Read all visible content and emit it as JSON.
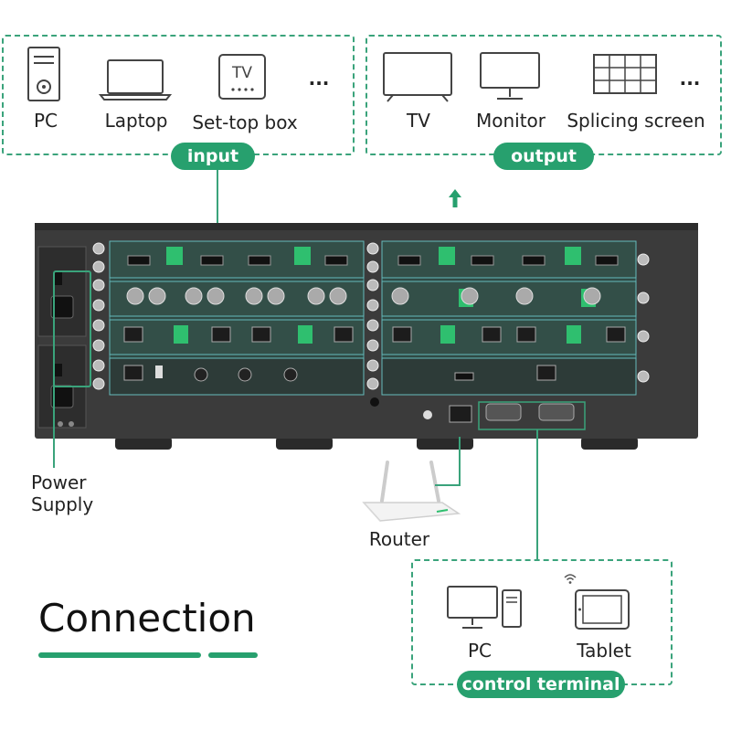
{
  "input": {
    "label": "input",
    "devices": [
      {
        "label": "PC",
        "icon": "pc-tower-icon"
      },
      {
        "label": "Laptop",
        "icon": "laptop-icon"
      },
      {
        "label": "Set-top box",
        "icon": "set-top-box-icon",
        "screen_text": "TV"
      }
    ],
    "more": "..."
  },
  "output": {
    "label": "output",
    "devices": [
      {
        "label": "TV",
        "icon": "tv-icon"
      },
      {
        "label": "Monitor",
        "icon": "monitor-icon"
      },
      {
        "label": "Splicing screen",
        "icon": "splicing-screen-icon"
      }
    ],
    "more": "..."
  },
  "power": {
    "line1": "Power",
    "line2": "Supply"
  },
  "router": {
    "label": "Router"
  },
  "control": {
    "label": "control terminal",
    "devices": [
      {
        "label": "PC",
        "icon": "desktop-pc-icon"
      },
      {
        "label": "Tablet",
        "icon": "tablet-icon"
      }
    ]
  },
  "title": "Connection",
  "colors": {
    "accent": "#27a06e",
    "panel": "#3a3a3a",
    "dash": "#3aa37b"
  }
}
